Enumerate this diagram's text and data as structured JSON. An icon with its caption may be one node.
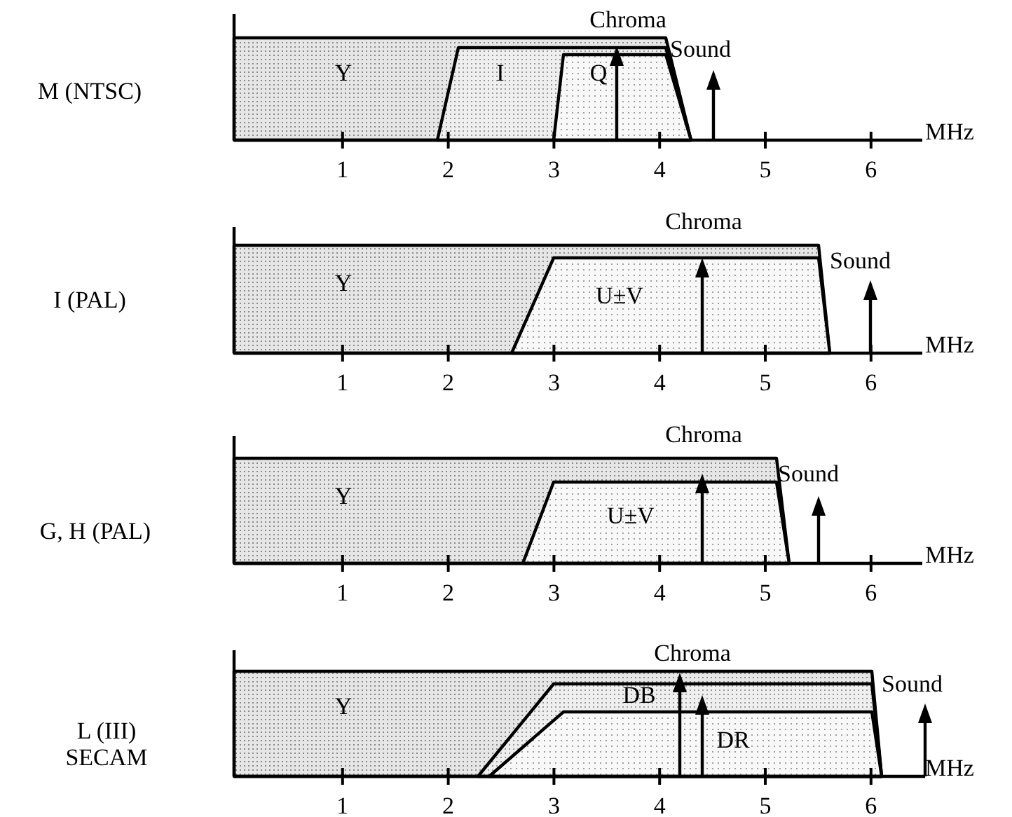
{
  "diagram": {
    "labels": [
      "Chroma",
      "Sound",
      "M (NTSC)",
      "Y",
      "I",
      "Q",
      "MHz",
      "1",
      "2",
      "3",
      "4",
      "5",
      "6",
      "Chroma",
      "I (PAL)",
      "Y",
      "Sound",
      "U±V",
      "MHz",
      "1",
      "2",
      "3",
      "4",
      "5",
      "6",
      "Chroma",
      "Sound",
      "G, H (PAL)",
      "Y",
      "U±V",
      "MHz",
      "1",
      "2",
      "3",
      "4",
      "5",
      "6",
      "Chroma",
      "Sound",
      "DB",
      "Y",
      "L (III) SECAM",
      "DR",
      "MHz",
      "1",
      "2",
      "3",
      "4",
      "5",
      "6"
    ]
  }
}
